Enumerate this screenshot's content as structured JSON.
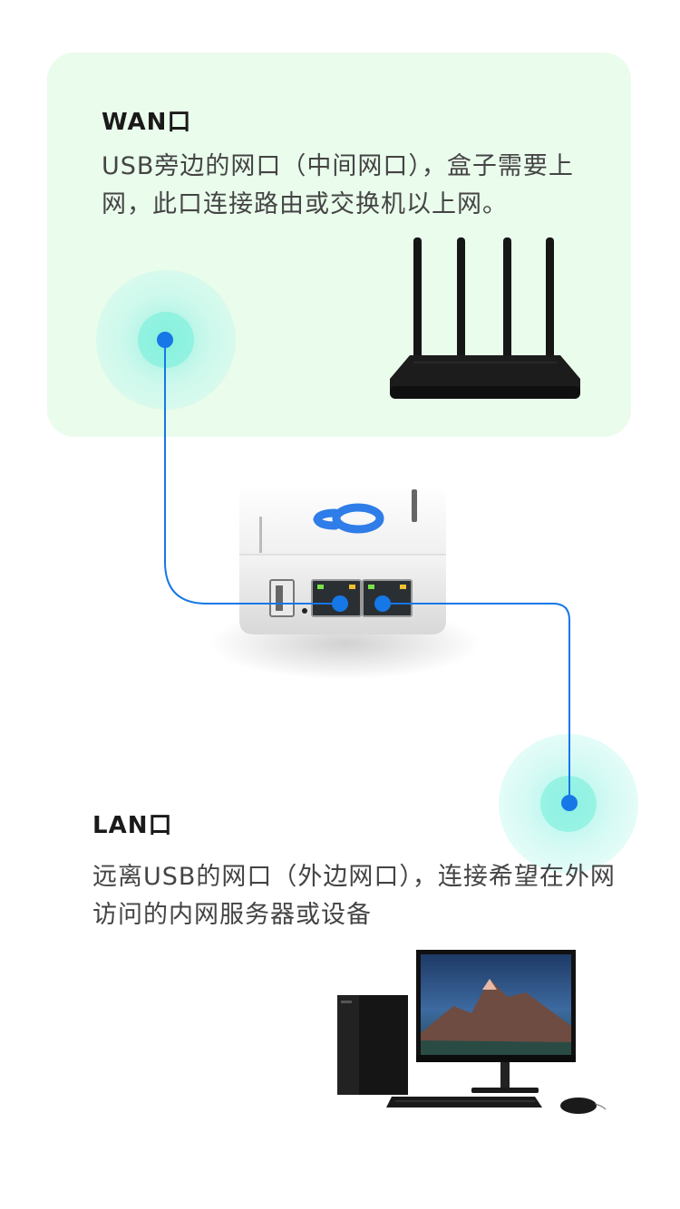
{
  "wan": {
    "title": "WAN口",
    "description": "USB旁边的网口（中间网口），盒子需要上网，此口连接路由或交换机以上网。"
  },
  "lan": {
    "title": "LAN口",
    "description": "远离USB的网口（外边网口），连接希望在外网访问的内网服务器或设备"
  },
  "colors": {
    "card_background": "#eafcec",
    "connector_line": "#1677e6",
    "ripple": "#5ee8d8",
    "device_logo": "#2f7de8"
  },
  "icons": {
    "router": "wifi-router-icon",
    "mini_box": "mini-network-box-icon",
    "desktop": "desktop-computer-icon"
  }
}
